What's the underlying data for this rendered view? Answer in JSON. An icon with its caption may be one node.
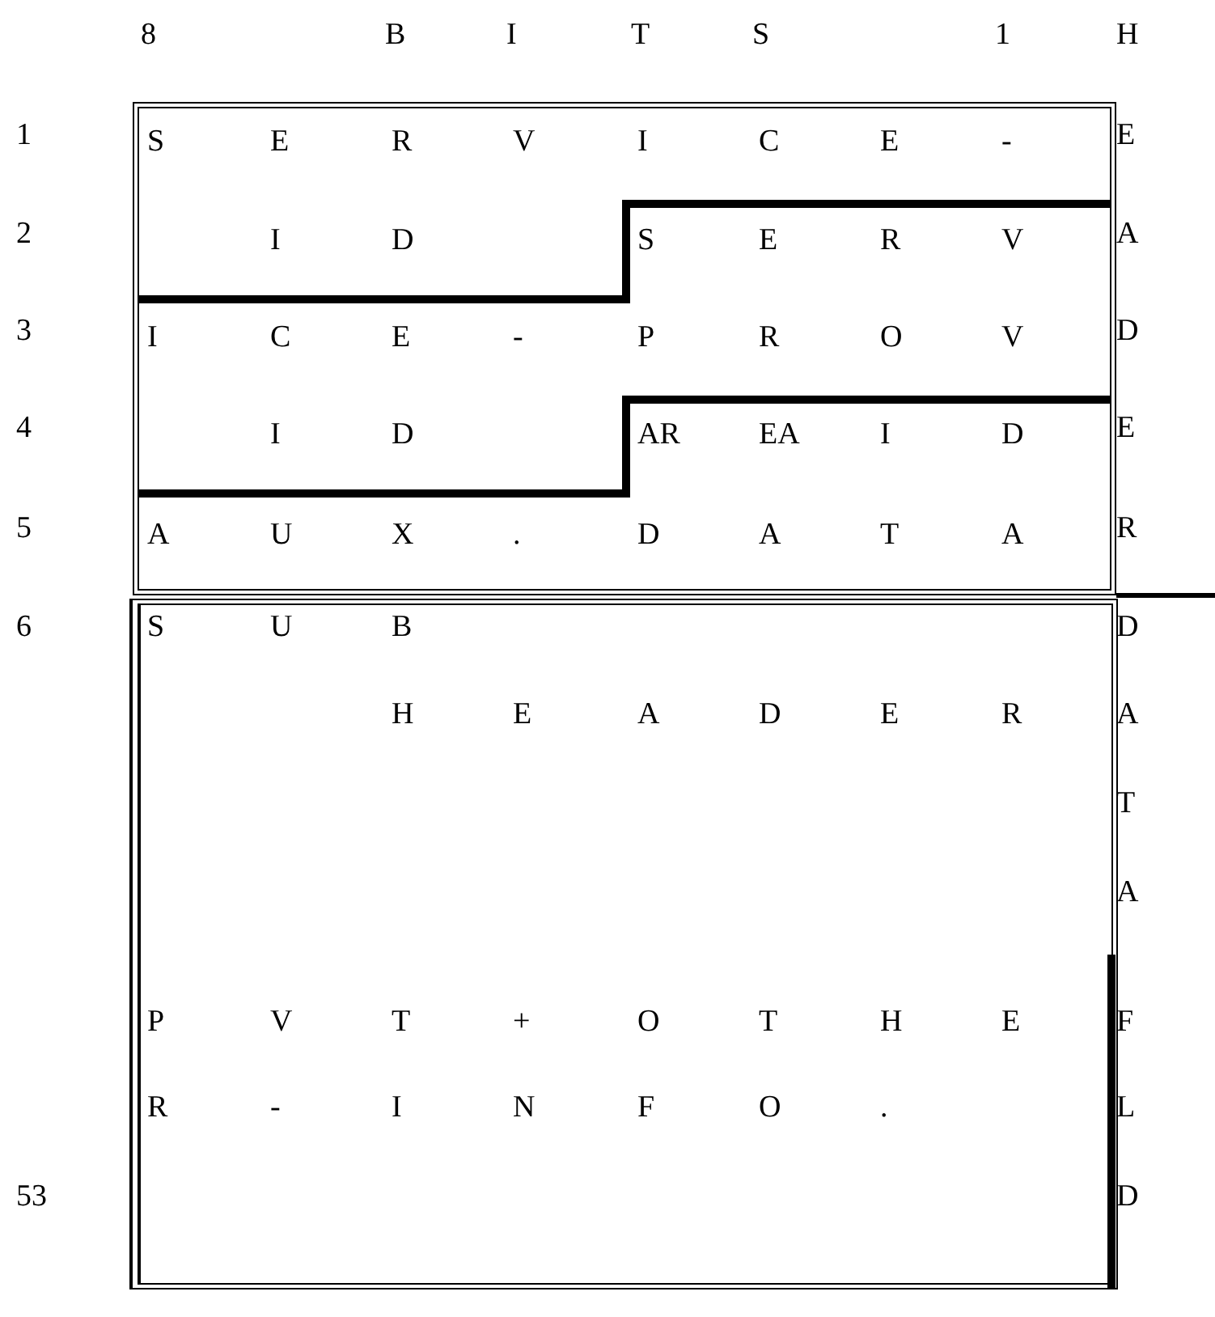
{
  "diagram": {
    "nodes": [
      {
        "text": [],
        "shape": "box"
      },
      {
        "text": [
          "S",
          "E",
          "R",
          "V",
          "I",
          "C",
          "E",
          "-",
          "I",
          "D"
        ],
        "in": 0
      },
      {
        "text": [
          "S",
          "E",
          "R",
          "V",
          "I",
          "C",
          "E",
          "-",
          "P",
          "R",
          "O",
          "V",
          "I",
          "D"
        ],
        "in": 0
      },
      {
        "text": [
          "AR",
          "EA",
          "I",
          "D"
        ],
        "in": 0
      },
      {
        "text": [
          "A",
          "U",
          "X",
          ".",
          "D",
          "A",
          "T",
          "A"
        ],
        "in": 0
      },
      {
        "text": [
          "S",
          "U",
          "B",
          "H",
          "E",
          "A",
          "D",
          "E",
          "R",
          "P",
          "V",
          "T",
          "+",
          "O",
          "T",
          "H",
          "E",
          "R",
          "-",
          "I",
          "N",
          "F",
          "O",
          "."
        ]
      }
    ],
    "labels": [
      "8",
      "B",
      "I",
      "T",
      "S",
      "1",
      "H",
      "1",
      "E",
      "2",
      "A",
      "3",
      "D",
      "4",
      "E",
      "5",
      "R",
      "6",
      "D",
      "A",
      "T",
      "A",
      "F",
      "L",
      "53",
      "D"
    ]
  }
}
